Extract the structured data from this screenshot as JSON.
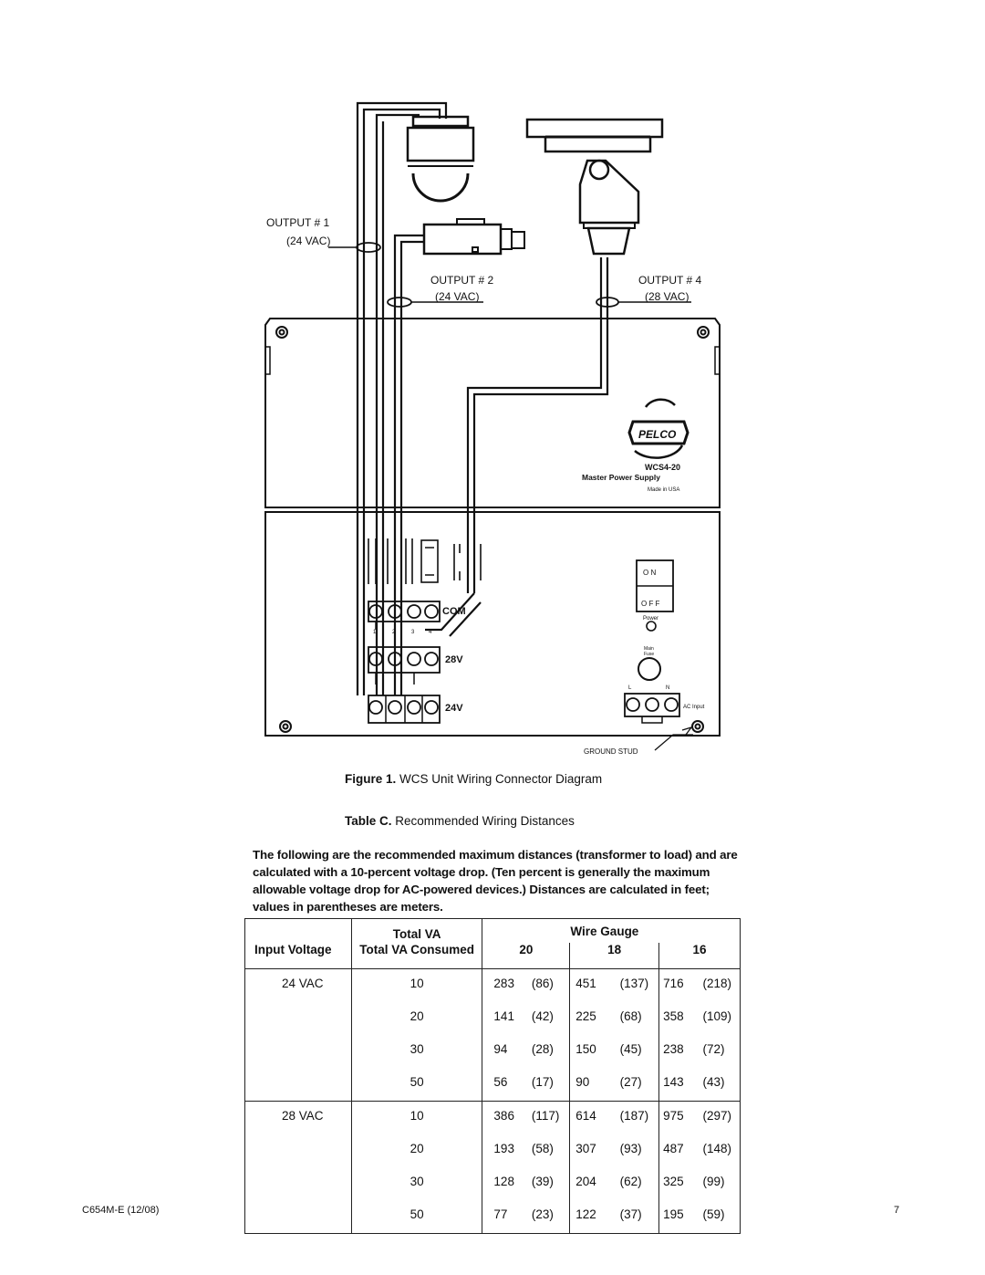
{
  "figure": {
    "output1_label": "OUTPUT # 1",
    "output1_voltage": "(24 VAC)",
    "output2_label": "OUTPUT # 2",
    "output2_voltage": "(24 VAC)",
    "output4_label": "OUTPUT # 4",
    "output4_voltage": "(28 VAC)",
    "brand": "PELCO",
    "model": "WCS4-20",
    "product": "Master Power Supply",
    "made_in": "Made in USA",
    "switch_on": "O N",
    "switch_off": "O F F",
    "power_label": "Power",
    "fuse_label_1": "Main",
    "fuse_label_2": "Fuse",
    "ac_l": "L",
    "ac_n": "N",
    "ac_input": "AC Input",
    "com": "COM",
    "v28": "28V",
    "v24": "24V",
    "terminal_numbers": [
      "1",
      "2",
      "3",
      "4"
    ],
    "ground_stud": "GROUND STUD",
    "caption_prefix": "Figure 1.",
    "caption_text": "WCS Unit Wiring Connector Diagram"
  },
  "table_caption_prefix": "Table C.",
  "table_caption_text": "Recommended Wiring Distances",
  "intro": "The following are the recommended maximum distances (transformer to load) and are calculated with a 10-percent voltage drop. (Ten percent is generally the maximum allowable voltage drop for AC-powered devices.) Distances are calculated in feet; values in parentheses are meters.",
  "table": {
    "col_input_voltage": "Input Voltage",
    "col_total_va": "Total VA",
    "col_total_va_consumed": "Total VA Consumed",
    "col_wire_gauge": "Wire Gauge",
    "gauges": [
      "20",
      "18",
      "16"
    ],
    "groups": [
      {
        "voltage": "24 VAC",
        "rows": [
          {
            "va": "10",
            "g20": "283",
            "g20m": "(86)",
            "g18": "451",
            "g18m": "(137)",
            "g16": "716",
            "g16m": "(218)"
          },
          {
            "va": "20",
            "g20": "141",
            "g20m": "(42)",
            "g18": "225",
            "g18m": "(68)",
            "g16": "358",
            "g16m": "(109)"
          },
          {
            "va": "30",
            "g20": "94",
            "g20m": "(28)",
            "g18": "150",
            "g18m": "(45)",
            "g16": "238",
            "g16m": "(72)"
          },
          {
            "va": "50",
            "g20": "56",
            "g20m": "(17)",
            "g18": "90",
            "g18m": "(27)",
            "g16": "143",
            "g16m": "(43)"
          }
        ]
      },
      {
        "voltage": "28 VAC",
        "rows": [
          {
            "va": "10",
            "g20": "386",
            "g20m": "(117)",
            "g18": "614",
            "g18m": "(187)",
            "g16": "975",
            "g16m": "(297)"
          },
          {
            "va": "20",
            "g20": "193",
            "g20m": "(58)",
            "g18": "307",
            "g18m": "(93)",
            "g16": "487",
            "g16m": "(148)"
          },
          {
            "va": "30",
            "g20": "128",
            "g20m": "(39)",
            "g18": "204",
            "g18m": "(62)",
            "g16": "325",
            "g16m": "(99)"
          },
          {
            "va": "50",
            "g20": "77",
            "g20m": "(23)",
            "g18": "122",
            "g18m": "(37)",
            "g16": "195",
            "g16m": "(59)"
          }
        ]
      }
    ]
  },
  "footer": {
    "doc_code": "C654M-E  (12/08)",
    "page_number": "7"
  }
}
